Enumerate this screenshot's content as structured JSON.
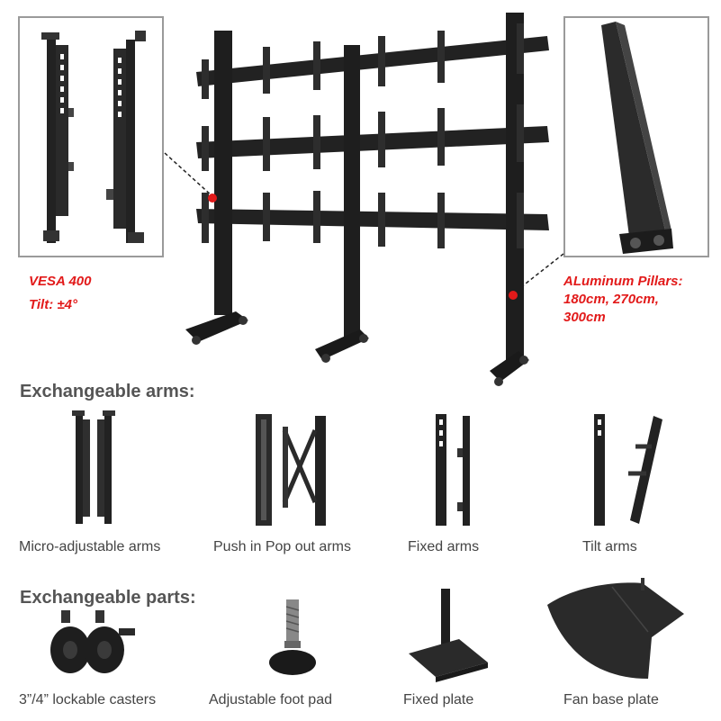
{
  "hero": {
    "vesa_label": "VESA 400",
    "tilt_label": "Tilt: ±4°",
    "pillars_line1": "ALuminum Pillars:",
    "pillars_line2": "180cm, 270cm,",
    "pillars_line3": "300cm"
  },
  "arms_section": {
    "title": "Exchangeable arms:",
    "items": [
      {
        "label": "Micro-adjustable arms",
        "icon": "micro-adjustable-arm-icon"
      },
      {
        "label": "Push in Pop out arms",
        "icon": "push-pop-arm-icon"
      },
      {
        "label": "Fixed arms",
        "icon": "fixed-arm-icon"
      },
      {
        "label": "Tilt arms",
        "icon": "tilt-arm-icon"
      }
    ]
  },
  "parts_section": {
    "title": "Exchangeable parts:",
    "items": [
      {
        "label": "3”/4” lockable casters",
        "icon": "caster-icon"
      },
      {
        "label": "Adjustable foot pad",
        "icon": "foot-pad-icon"
      },
      {
        "label": "Fixed plate",
        "icon": "fixed-plate-icon"
      },
      {
        "label": "Fan base plate",
        "icon": "fan-base-plate-icon"
      }
    ]
  },
  "colors": {
    "accent_red": "#e21a1a",
    "metal": "#1e1e1e",
    "frame_border": "#9a9a9a"
  }
}
